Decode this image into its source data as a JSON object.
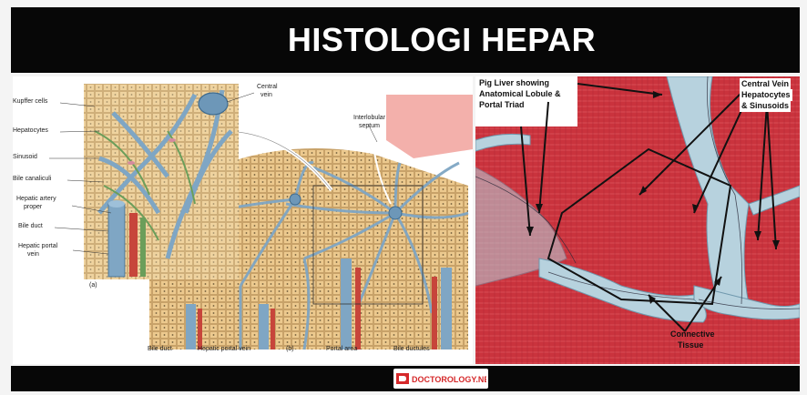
{
  "title": "HISTOLOGI HEPAR",
  "left_labels": {
    "kupffer": "Kupffer cells",
    "hepatocytes": "Hepatocytes",
    "sinusoid": "Sinusoid",
    "bile_canaliculi": "Bile canaliculi",
    "hepatic_artery": "Hepatic artery",
    "proper": "proper",
    "bile_duct_left": "Bile duct",
    "hepatic_portal": "Hepatic portal",
    "vein": "vein",
    "central": "Central",
    "central_vein_word": "vein",
    "interlobular": "Interlobular",
    "septum": "septum",
    "fig_a": "(a)",
    "bile_duct_bottom": "Bile duct",
    "hepatic_portal_vein": "Hepatic portal vein",
    "fig_b": "(b)",
    "portal_area": "Portal area",
    "bile_ductules": "Bile ductules"
  },
  "right_labels": {
    "pig_liver_1": "Pig Liver showing",
    "pig_liver_2": "Anatomical Lobule &",
    "pig_liver_3": "Portal Triad",
    "central_vein": "Central Vein",
    "hepatocytes": "Hepatocytes",
    "sinusoids": "& Sinusoids",
    "connective_1": "Connective",
    "connective_2": "Tissue"
  },
  "logo": {
    "text": "DOCTOROLOGY.NET"
  },
  "colors": {
    "title_bar": "#070707",
    "title_text": "#ffffff",
    "tissue_red": "#c8303a",
    "connective_blue": "#8fb3c6",
    "hepatocyte_tan": "#e8c48a",
    "vein_blue": "#7fa6c4",
    "artery_red": "#c7453b",
    "bile_green": "#6b9e5a",
    "pink_overlay": "#f2a7a2",
    "logo_red": "#d5282a"
  }
}
